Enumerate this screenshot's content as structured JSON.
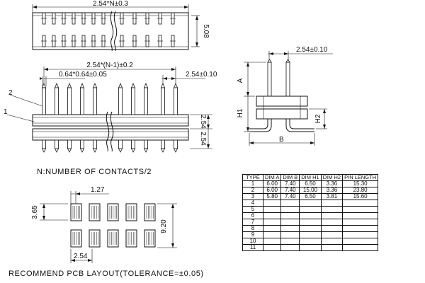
{
  "top_view": {
    "overall_dim": "2.54*N±0.3",
    "height_dim": "5.08"
  },
  "front_view": {
    "pitch_dim": "2.54*(N-1)±0.2",
    "pin_dim": "0.64*0.64±0.05",
    "end_pitch_dim": "2.54±0.10",
    "row_dim_1": "2.54",
    "row_dim_2": "2.54",
    "callout_1": "1",
    "callout_2": "2"
  },
  "side_view": {
    "pitch_dim": "2.54±0.10",
    "label_a": "A",
    "label_h1": "H1",
    "label_h2": "H2",
    "label_b": "B"
  },
  "note_contacts": "N:NUMBER OF CONTACTS/2",
  "pcb_layout": {
    "pitch_top": "1.27",
    "pad_height": "3.65",
    "row_span": "9.20",
    "pitch_bottom": "2.54",
    "caption": "RECOMMEND PCB LAYOUT(TOLERANCE=±0.05)"
  },
  "spec_table": {
    "headers": [
      "TYPE",
      "DIM A",
      "DIM B",
      "DIM H1",
      "DIM H2",
      "PIN LENGTH"
    ],
    "rows": [
      [
        "1",
        "6.00",
        "7.40",
        "6.50",
        "3.36",
        "15.30"
      ],
      [
        "2",
        "6.00",
        "7.40",
        "15.00",
        "3.36",
        "23.80"
      ],
      [
        "3",
        "5.80",
        "7.40",
        "6.50",
        "3.81",
        "15.60"
      ],
      [
        "4",
        "",
        "",
        "",
        "",
        ""
      ],
      [
        "5",
        "",
        "",
        "",
        "",
        ""
      ],
      [
        "6",
        "",
        "",
        "",
        "",
        ""
      ],
      [
        "7",
        "",
        "",
        "",
        "",
        ""
      ],
      [
        "8",
        "",
        "",
        "",
        "",
        ""
      ],
      [
        "9",
        "",
        "",
        "",
        "",
        ""
      ],
      [
        "10",
        "",
        "",
        "",
        "",
        ""
      ],
      [
        "11",
        "",
        "",
        "",
        "",
        ""
      ]
    ]
  }
}
